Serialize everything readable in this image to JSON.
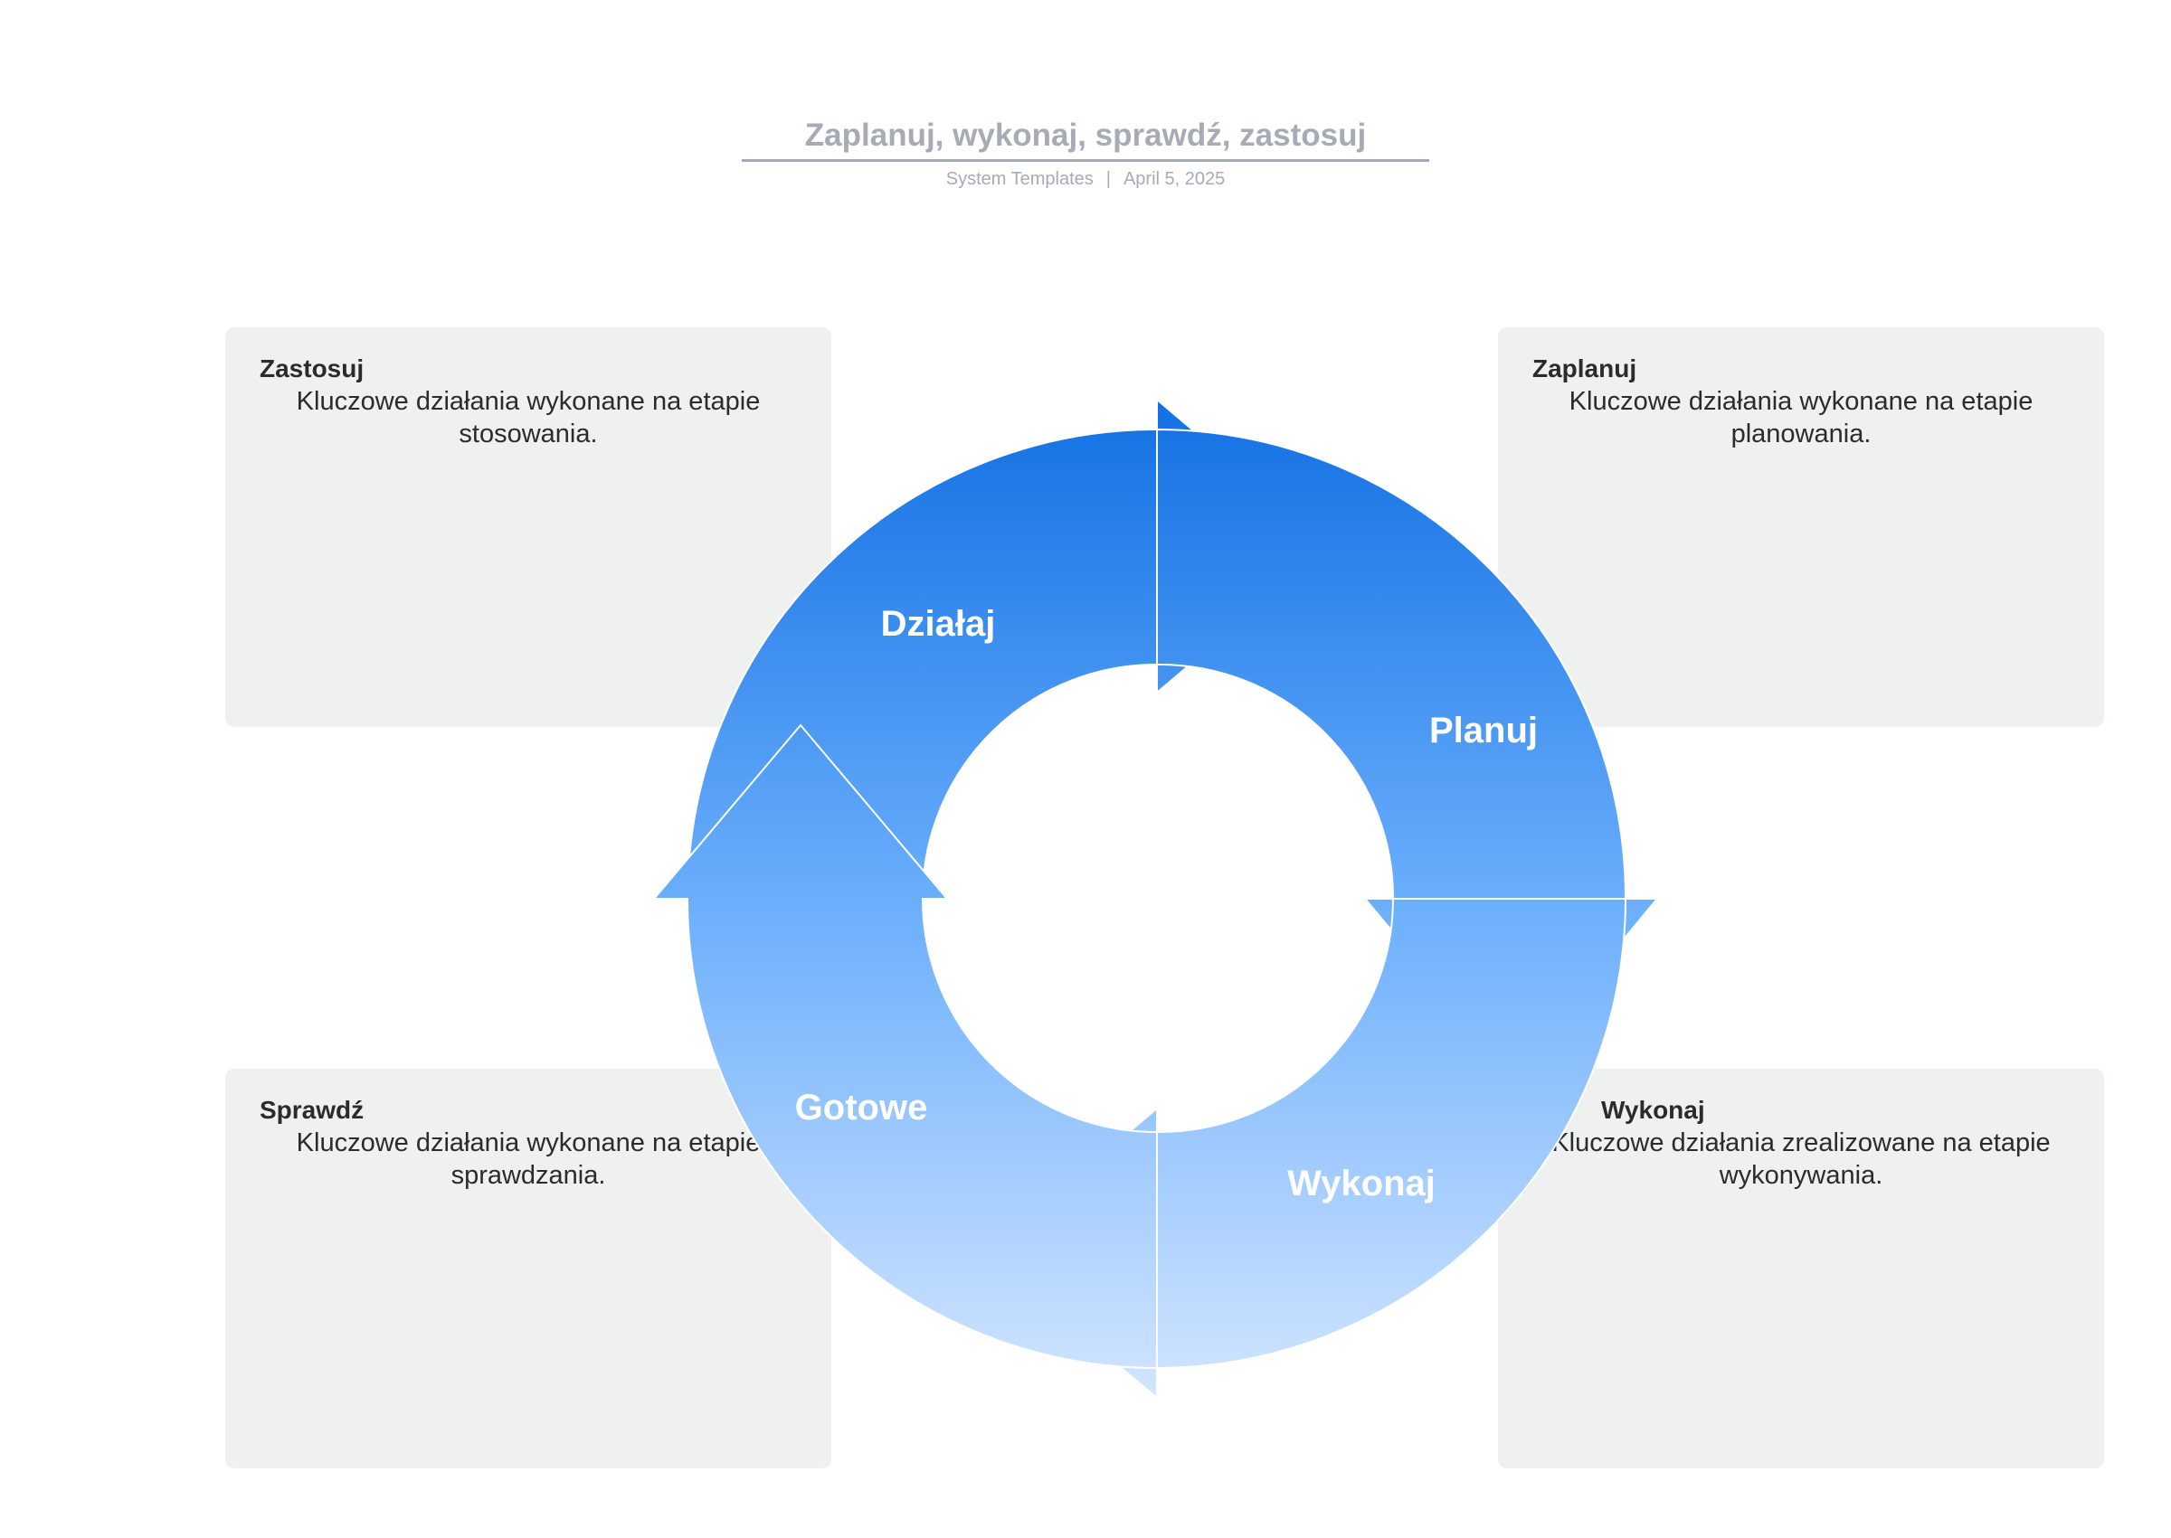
{
  "header": {
    "title": "Zaplanuj, wykonaj, sprawdź, zastosuj",
    "author": "System Templates",
    "date": "April 5, 2025"
  },
  "cards": {
    "act": {
      "title": "Zastosuj",
      "body": "Kluczowe działania wykonane na etapie stosowania."
    },
    "plan": {
      "title": "Zaplanuj",
      "body": "Kluczowe działania wykonane na etapie planowania."
    },
    "check": {
      "title": "Sprawdź",
      "body": "Kluczowe działania wykonane na etapie sprawdzania."
    },
    "do": {
      "title": "Wykonaj",
      "body": "Kluczowe działania zrealizowane na etapie wykonywania."
    }
  },
  "cycle": {
    "segments": {
      "act": "Działaj",
      "plan": "Planuj",
      "do": "Wykonaj",
      "done": "Gotowe"
    }
  },
  "colors": {
    "gradient_top": "#1270e3",
    "gradient_mid": "#6aaefc",
    "gradient_bottom": "#d2e5ff",
    "card_bg": "#eff0f0",
    "title": "#a6abb5"
  }
}
